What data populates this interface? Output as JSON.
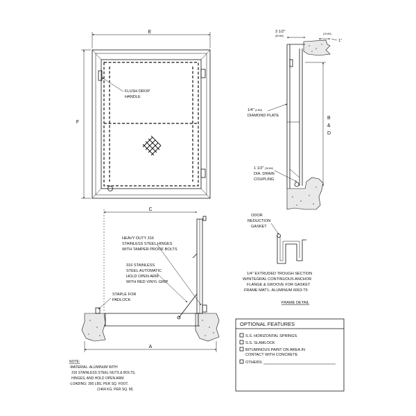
{
  "dimensions": {
    "overall_width": "E",
    "overall_height": "F",
    "clear_width_section": "C",
    "frame_width": "A",
    "depth_b": "B",
    "depth_amp": "&",
    "depth_d": "D",
    "side_frame": "3 1/2\"",
    "side_frame_mm": "(89 MM)",
    "flange": "1\"",
    "flange_mm": "(25 MM)"
  },
  "callouts": {
    "flush_drop_handle_1": "FLUSH DROP",
    "flush_drop_handle_2": "HANDLE",
    "diamond_plate_1a": "1/4\"",
    "diamond_plate_1b": "(6 MM)",
    "diamond_plate_2": "DIAMOND PLATE",
    "drain_1a": "1 1/2\"",
    "drain_1b": "(38 MM)",
    "drain_2": "DIA. DRAIN",
    "drain_3": "COUPLING",
    "hinges_1": "HEAVY DUTY 316",
    "hinges_2": "STAINLESS STEEL HINGES",
    "hinges_3": "WITH TAMPER PROOF BOLTS",
    "arm_1": "316 STAINLESS",
    "arm_2": "STEEL AUTOMATIC",
    "arm_3": "HOLD OPEN ARM",
    "arm_4": "WITH RED VINYL GRIP",
    "staple_1": "STAPLE FOR",
    "staple_2": "PADLOCK",
    "gasket_1": "ODOR",
    "gasket_2": "REDUCTION",
    "gasket_3": "GASKET"
  },
  "frame_detail": {
    "line_1": "1/4\" EXTRUDED TROUGH SECTION",
    "line_2": "W/INTEGRAL CONTINUOUS ANCHOR",
    "line_3": "FLANGE & GROOVE FOR GASKET",
    "line_4": "FRAME MAT'L: ALUMINUM 6063-T5",
    "title": "FRAME DETAIL"
  },
  "notes": {
    "title": "NOTE:",
    "line_1": "-MATERIAL: ALUMINUM WITH",
    "line_2": "316 STAINLESS STEEL NUTS & BOLTS,",
    "line_3": "HINGES, AND HOLD OPEN ARM.",
    "line_4": "-LOADING: 300 LBS. PER SQ. FOOT.",
    "line_5": "(1464 KG. PER SQ. M)"
  },
  "optional_features": {
    "title": "OPTIONAL FEATURES",
    "item_1": "S.S. HORIZONTAL SPRINGS",
    "item_2": "S.S. SLAMLOCK",
    "item_3a": "BITUMINOUS PAINT ON AREA IN",
    "item_3b": "CONTACT WITH CONCRETE",
    "item_4": "OTHERS:"
  }
}
